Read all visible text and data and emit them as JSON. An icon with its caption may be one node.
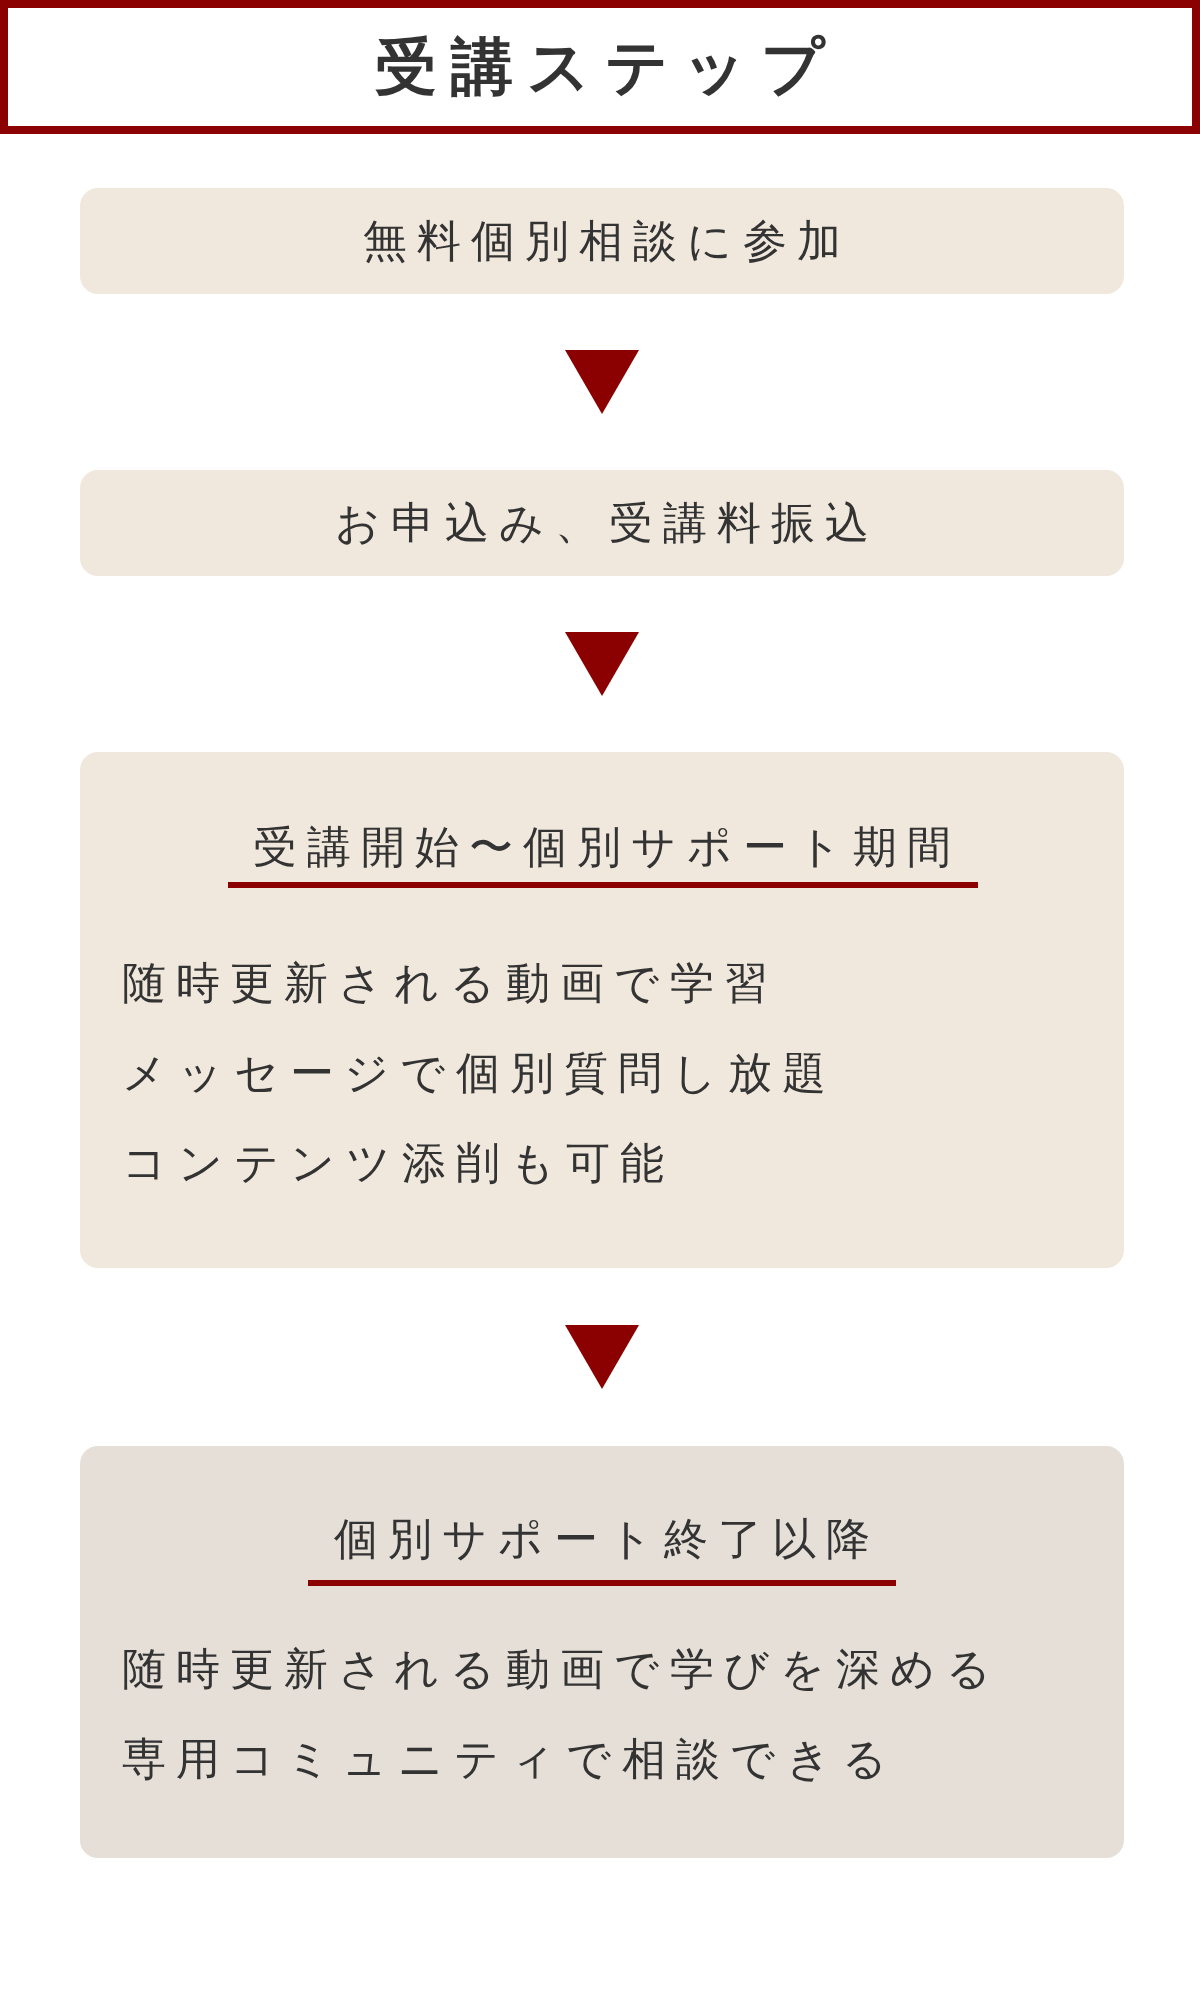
{
  "diagram": {
    "title": "受講ステップ",
    "nodes": [
      {
        "text": [
          "無料個別相談に参加"
        ]
      },
      {
        "text": [
          "お申込み、受講料振込"
        ]
      },
      {
        "text": [
          "受講開始〜個別サポート期間",
          "随時更新される動画で学習",
          "メッセージで個別質問し放題",
          "コンテンツ添削も可能"
        ]
      },
      {
        "text": [
          "個別サポート終了以降",
          "随時更新される動画で学びを深める",
          "専用コミュニティで相談できる"
        ]
      }
    ],
    "edges": [
      {
        "from": 0,
        "to": 1,
        "arrow": "to"
      },
      {
        "from": 1,
        "to": 2,
        "arrow": "to"
      },
      {
        "from": 2,
        "to": 3,
        "arrow": "to"
      }
    ]
  }
}
